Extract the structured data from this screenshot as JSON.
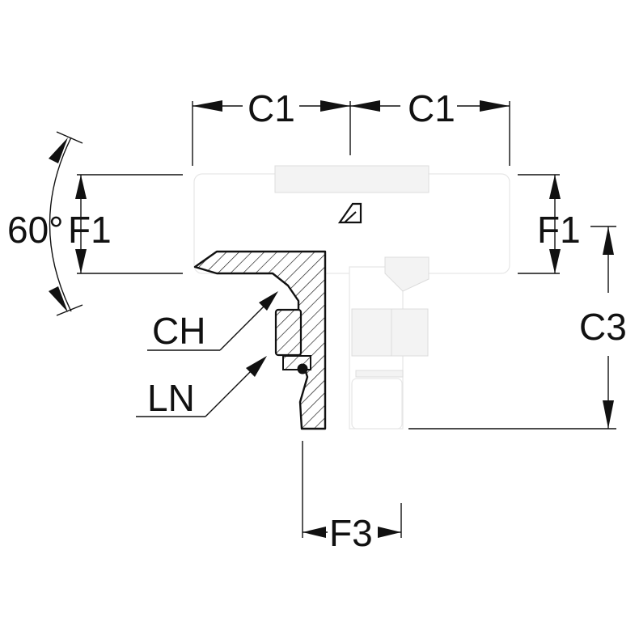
{
  "labels": {
    "angle": "60°",
    "c1_left": "C1",
    "c1_right": "C1",
    "f1_left": "F1",
    "f1_right": "F1",
    "c3": "C3",
    "ch": "CH",
    "ln": "LN",
    "f3": "F3"
  },
  "colors": {
    "line": "#111111",
    "body": "#ffffff",
    "shade": "#e6e6e6"
  },
  "icons": {
    "logo": "brand-logo-icon"
  }
}
